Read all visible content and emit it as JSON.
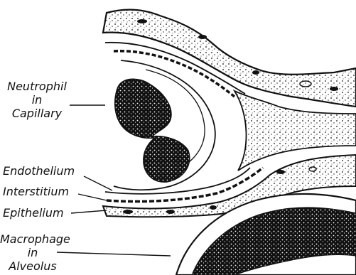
{
  "labels": {
    "neutrophil": [
      "Neutrophil",
      "in",
      "Capillary"
    ],
    "endothelium": "Endothelium",
    "interstitium": "Interstitium",
    "epithelium": "Epithelium",
    "macrophage": [
      "Macrophage",
      "in",
      "Alveolus"
    ]
  },
  "colors": {
    "ink": "#111111",
    "paper": "#ffffff"
  }
}
